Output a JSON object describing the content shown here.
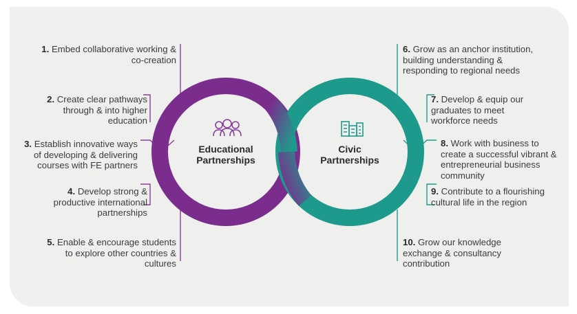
{
  "colors": {
    "background": "#efefed",
    "educational_ring": "#7b2d8e",
    "civic_ring": "#1e9a8c",
    "connector_lines": "#7b2d8e",
    "civic_connector_lines": "#1e9a8c"
  },
  "educational": {
    "title_line1": "Educational",
    "title_line2": "Partnerships",
    "icon": "people-group-icon",
    "items": [
      {
        "num": "1.",
        "text": "Embed collaborative working & co-creation"
      },
      {
        "num": "2.",
        "text": "Create clear pathways through & into higher education"
      },
      {
        "num": "3.",
        "text": "Establish innovative ways of developing & delivering courses with FE partners"
      },
      {
        "num": "4.",
        "text": "Develop strong & productive international partnerships"
      },
      {
        "num": "5.",
        "text": "Enable & encourage students to explore other countries & cultures"
      }
    ]
  },
  "civic": {
    "title_line1": "Civic",
    "title_line2": "Partnerships",
    "icon": "buildings-icon",
    "items": [
      {
        "num": "6.",
        "text": "Grow as an anchor institution, building understanding & responding to regional needs"
      },
      {
        "num": "7.",
        "text": "Develop & equip our graduates to meet workforce needs"
      },
      {
        "num": "8.",
        "text": "Work with business to create a successful vibrant & entrepreneurial business community"
      },
      {
        "num": "9.",
        "text": "Contribute to a flourishing cultural life in the region"
      },
      {
        "num": "10.",
        "text": "Grow our knowledge exchange & consultancy contribution"
      }
    ]
  }
}
